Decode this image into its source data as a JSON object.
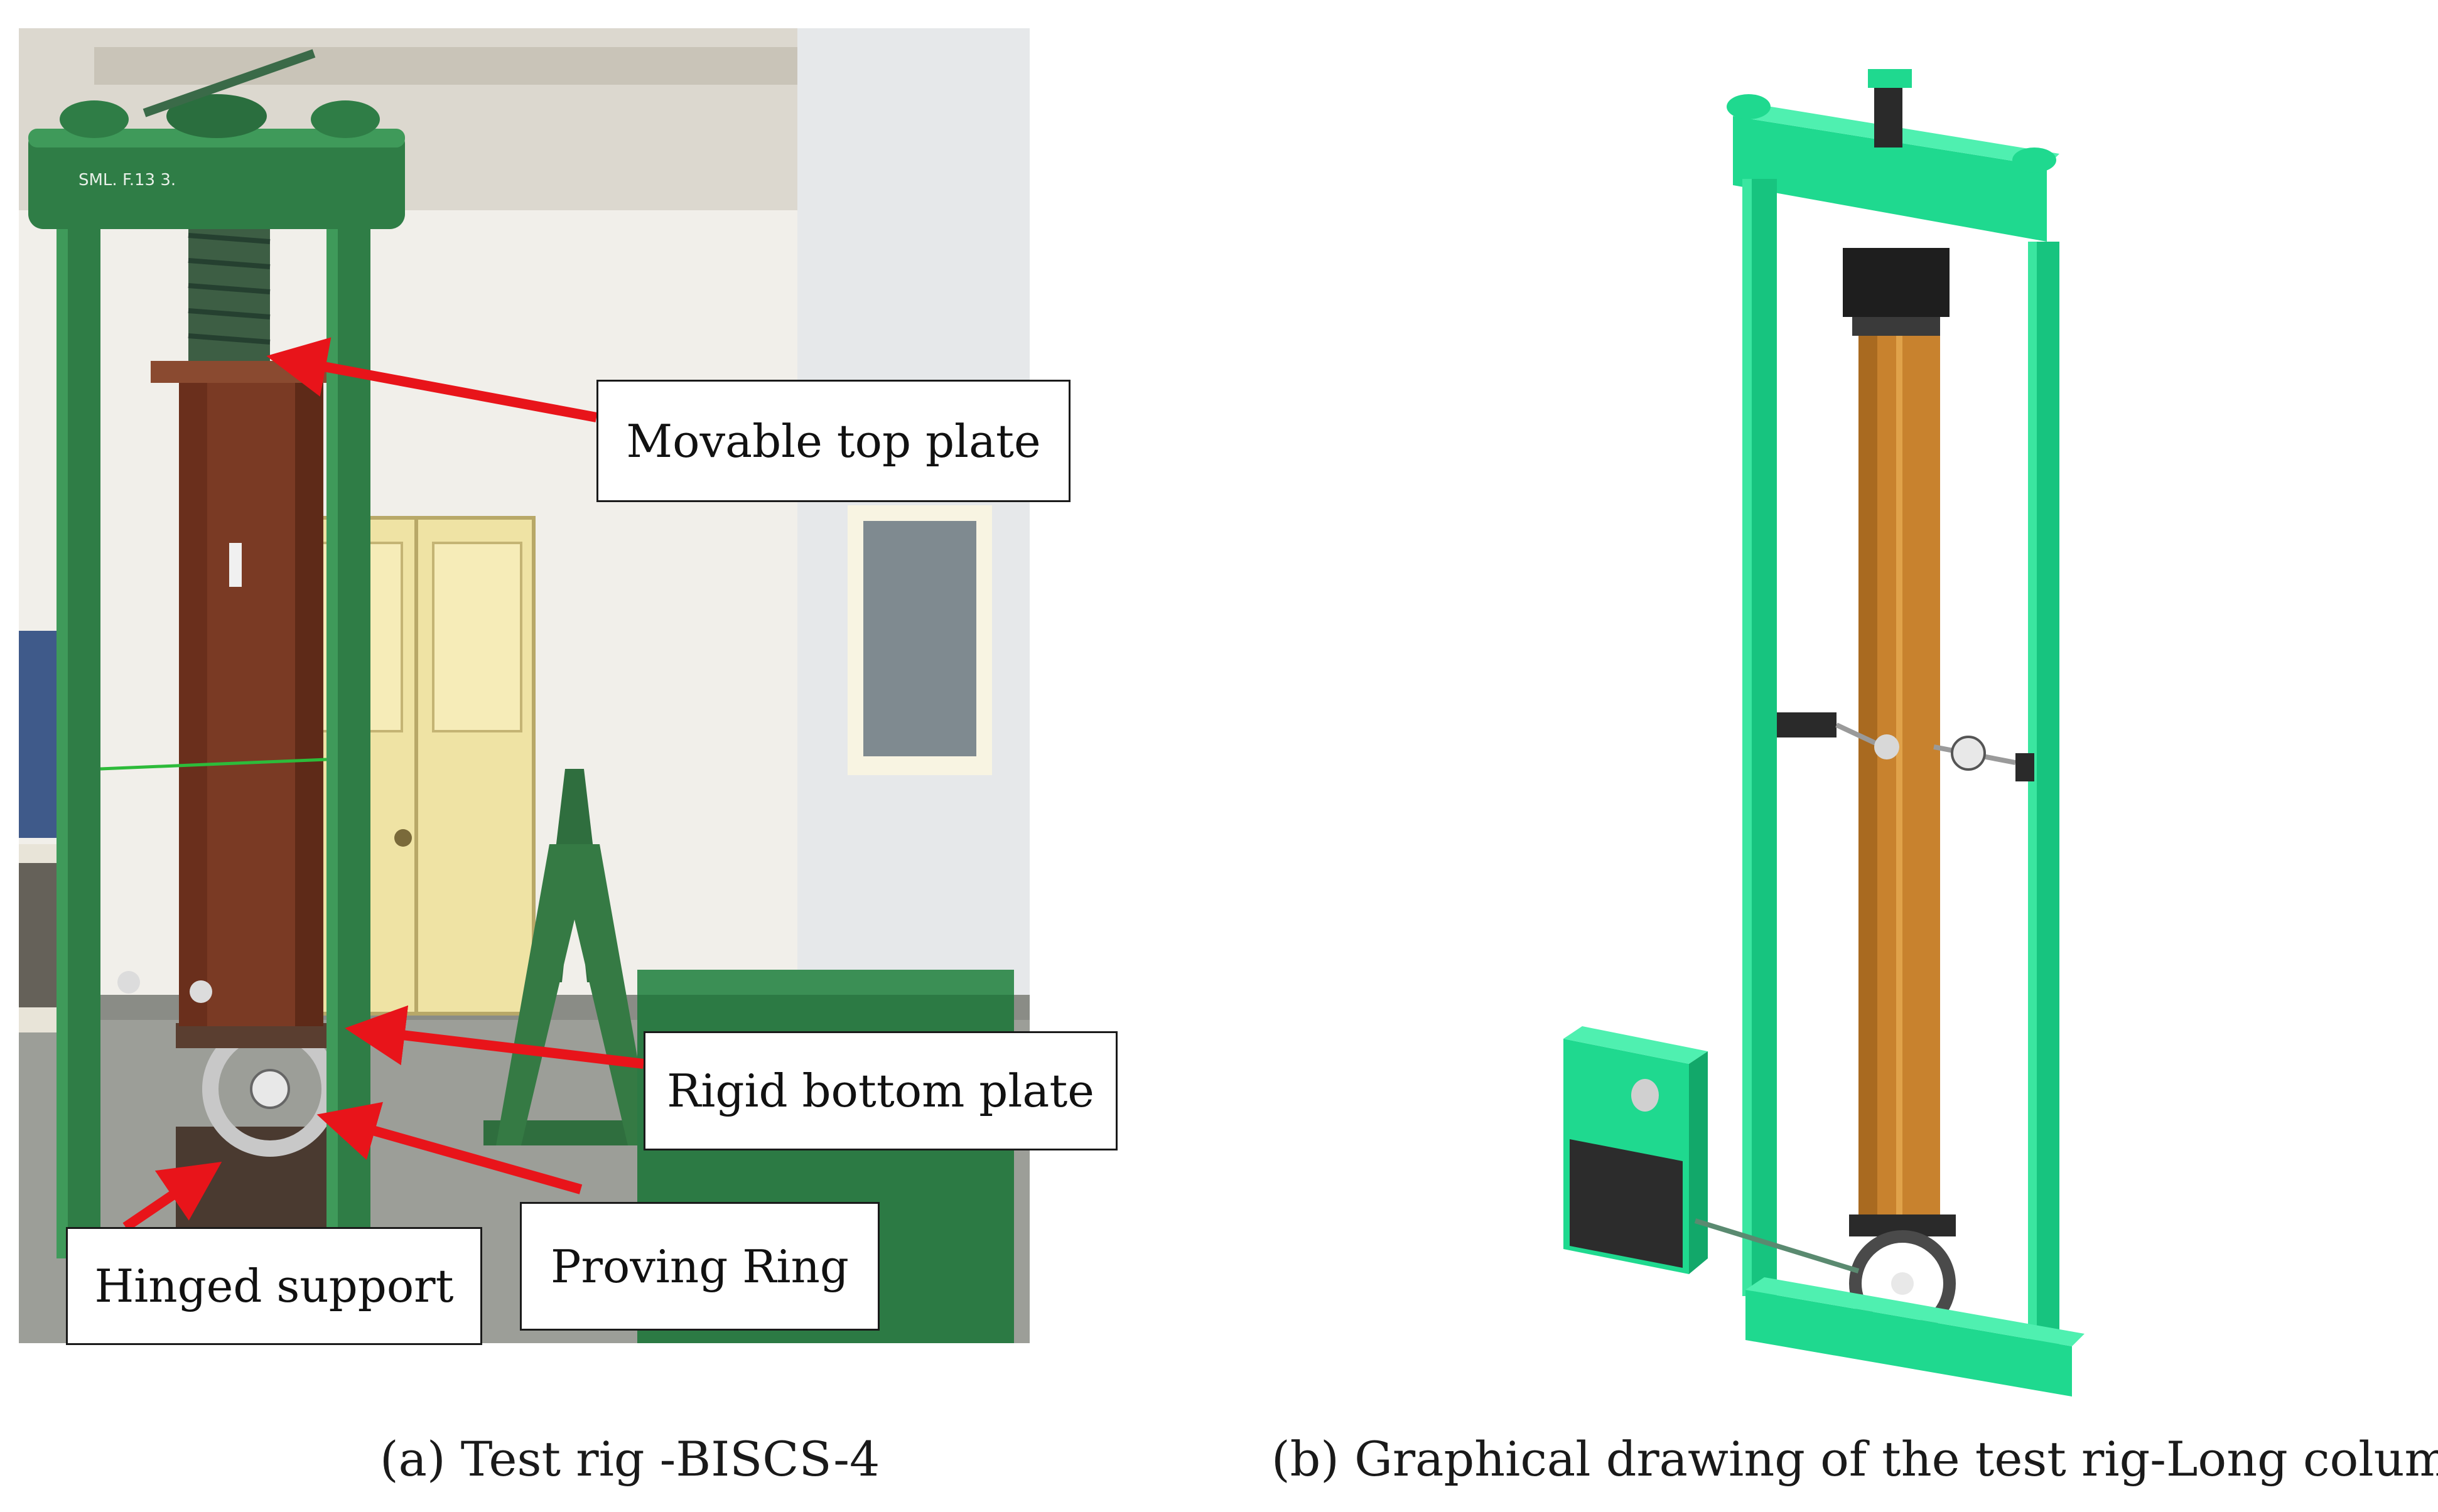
{
  "photo_panel": {
    "image": "photograph of green column test rig with brown steel column",
    "frame_marking": "SML. F.13 3.",
    "labels": {
      "top_plate": "Movable top plate",
      "bottom_plate": "Rigid bottom plate",
      "hinged_support": "Hinged support",
      "proving_ring": "Proving Ring"
    },
    "caption": "(a) Test rig -BISCS-4"
  },
  "render_panel": {
    "image": "3D rendering of green test rig frame with orange long column",
    "caption": "(b) Graphical drawing of the test rig-Long column"
  },
  "colors": {
    "arrow": "#e8141a",
    "frame_green": "#2f7d46",
    "render_green": "#1fd98f",
    "column_brown": "#7a3a24",
    "column_orange": "#c8822e"
  }
}
